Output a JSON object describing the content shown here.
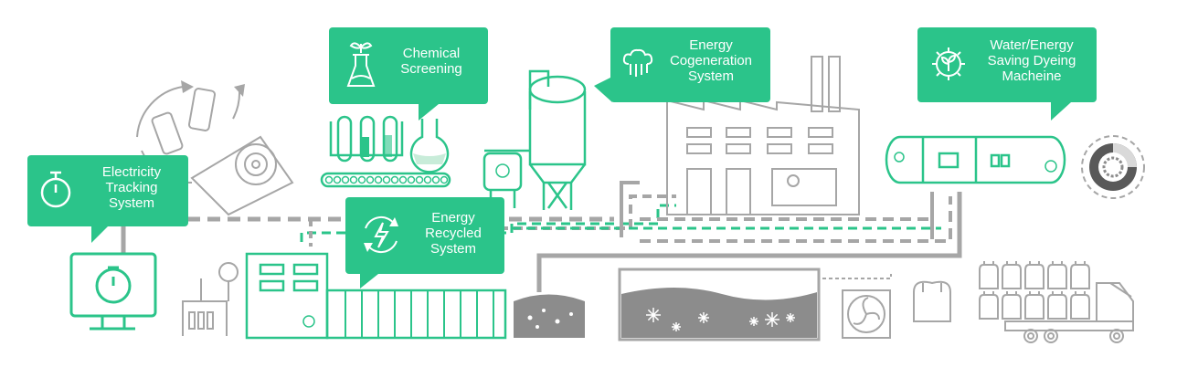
{
  "callouts": {
    "chemical": {
      "line1": "Chemical",
      "line2": "Screening",
      "icon": "flask-plant-icon"
    },
    "cogeneration": {
      "line1": "Energy",
      "line2": "Cogeneration",
      "line3": "System",
      "icon": "steam-icon"
    },
    "dyeing": {
      "line1": "Water/Energy",
      "line2": "Saving Dyeing",
      "line3": "Macheine",
      "icon": "gear-leaf-icon"
    },
    "electricity": {
      "line1": "Electricity",
      "line2": "Tracking",
      "line3": "System",
      "icon": "stopwatch-icon"
    },
    "recycled": {
      "line1": "Energy",
      "line2": "Recycled",
      "line3": "System",
      "icon": "recycle-energy-icon"
    }
  },
  "colors": {
    "accent": "#2bc48a",
    "line": "#a6a6a6",
    "dark": "#8c8c8c"
  }
}
